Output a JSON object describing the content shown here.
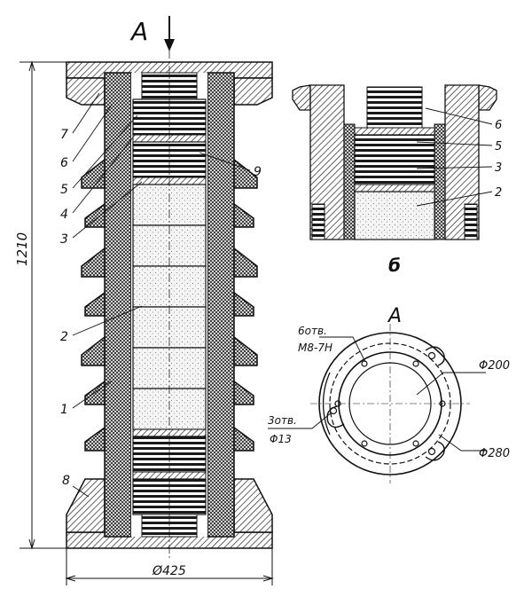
{
  "view_arrow_label": "A",
  "dimensions": {
    "height": "1210",
    "diameter": "Ø425",
    "flange_d1": "Φ200",
    "flange_d2": "Φ280",
    "holes_threaded": [
      "6отв.",
      "М8-7Н"
    ],
    "holes_plain": [
      "3отв.",
      "Φ13"
    ]
  },
  "callouts_main": [
    "7",
    "6",
    "5",
    "4",
    "3",
    "2",
    "1",
    "8",
    "9"
  ],
  "callouts_detail": [
    "6",
    "5",
    "3",
    "2"
  ],
  "detail_caption": "б",
  "view_a_title": "A"
}
